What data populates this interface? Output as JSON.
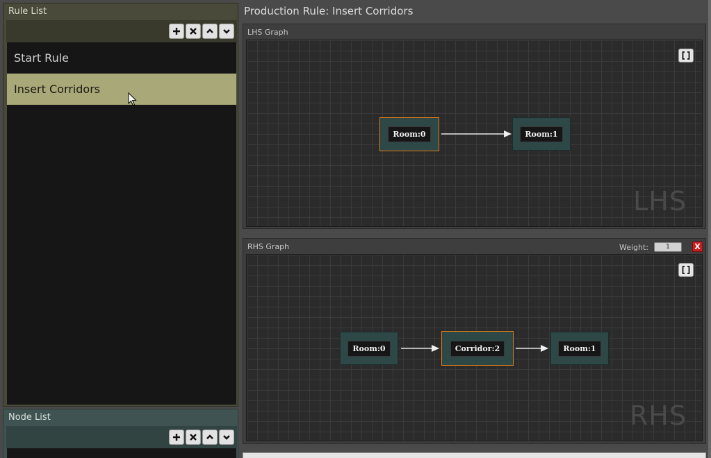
{
  "rule_list": {
    "title": "Rule List",
    "items": [
      {
        "label": "Start Rule",
        "selected": false
      },
      {
        "label": "Insert Corridors",
        "selected": true
      }
    ]
  },
  "node_list": {
    "title": "Node List"
  },
  "toolbar_icons": [
    "plus-icon",
    "cross-icon",
    "chevron-up-icon",
    "chevron-down-icon"
  ],
  "production_rule": {
    "title": "Production Rule: Insert Corridors"
  },
  "lhs": {
    "title": "LHS Graph",
    "watermark": "LHS",
    "nodes": [
      {
        "label": "Room:0",
        "selected": true
      },
      {
        "label": "Room:1",
        "selected": false
      }
    ]
  },
  "rhs": {
    "title": "RHS Graph",
    "watermark": "RHS",
    "weight_label": "Weight:",
    "weight_value": "1",
    "close_label": "X",
    "nodes": [
      {
        "label": "Room:0",
        "selected": false
      },
      {
        "label": "Corridor:2",
        "selected": true
      },
      {
        "label": "Room:1",
        "selected": false
      }
    ]
  },
  "colors": {
    "rule_panel": "#4a4a3a",
    "node_panel": "#3f5452",
    "selected_item": "#a9a878",
    "graph_node": "#2e4848",
    "selected_node_border": "#e07a14",
    "close_button": "#c81e1e"
  }
}
